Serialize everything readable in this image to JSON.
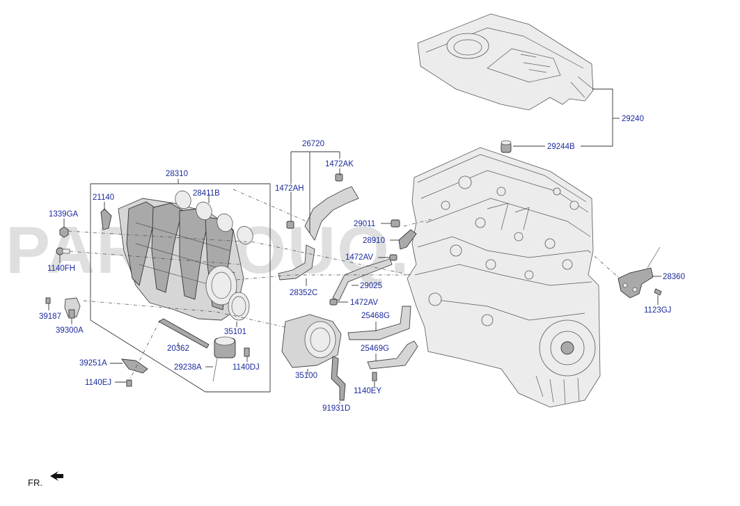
{
  "diagram": {
    "orientation_label": "FR.",
    "watermark": "PARTSOUQ.COM",
    "part_labels": {
      "engine_cover": "29240",
      "cover_grommet": "29244B",
      "intake_manifold_assy": "28310",
      "gasket": "28411B",
      "hose_clamp_bracket": "21140",
      "nut": "1339GA",
      "bolt_fh": "1140FH",
      "sensor_39187": "39187",
      "sensor_assy": "39300A",
      "rod_20362": "20362",
      "actuator_29238A": "29238A",
      "bolt_dj": "1140DJ",
      "gasket_35101": "35101",
      "bracket_39251A": "39251A",
      "bolt_ej": "1140EJ",
      "hose_assy": "26720",
      "clamp_ak": "1472AK",
      "clamp_ah": "1472AH",
      "hose_28352C": "28352C",
      "valve_29011": "29011",
      "pcv_28910": "28910",
      "clamp_av_1": "1472AV",
      "hose_29025": "29025",
      "clamp_av_2": "1472AV",
      "hose_25468G": "25468G",
      "hose_25469G": "25469G",
      "throttle_body": "35100",
      "bolt_ey": "1140EY",
      "wiring_91931D": "91931D",
      "bracket_28360": "28360",
      "bolt_gj": "1123GJ"
    }
  }
}
